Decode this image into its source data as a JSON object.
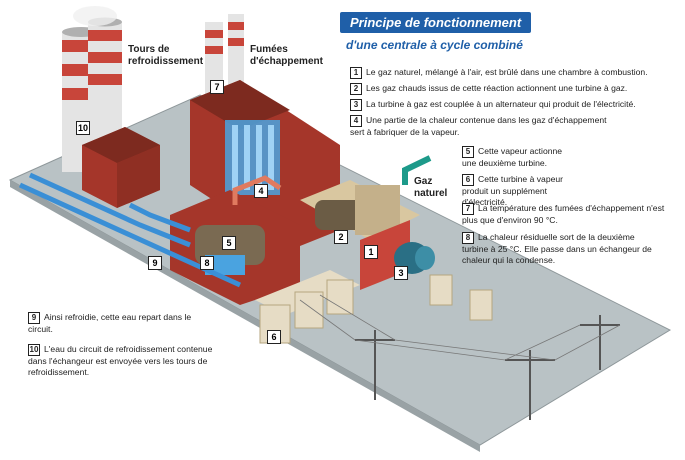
{
  "title": "Principe de fonctionnement",
  "subtitle": "d'une centrale à cycle combiné",
  "labels": {
    "cooling_towers": "Tours de refroidissement",
    "exhaust": "Fumées d'échappement",
    "gas": "Gaz naturel"
  },
  "steps": [
    {
      "n": "1",
      "text": "Le gaz naturel, mélangé à l'air, est brûlé dans une chambre à combustion."
    },
    {
      "n": "2",
      "text": "Les gaz chauds issus de cette réaction actionnent une turbine à gaz."
    },
    {
      "n": "3",
      "text": "La turbine à gaz est couplée à un alternateur qui produit de l'électricité."
    },
    {
      "n": "4",
      "text": "Une partie de la chaleur contenue dans les gaz d'échappement sert à fabriquer de la vapeur."
    },
    {
      "n": "5",
      "text": "Cette vapeur actionne une deuxième turbine."
    },
    {
      "n": "6",
      "text": "Cette turbine à vapeur produit un supplément d'électricité."
    },
    {
      "n": "7",
      "text": "La température des fumées d'échappement n'est plus que d'environ 90 °C."
    },
    {
      "n": "8",
      "text": "La chaleur résiduelle sort de la deuxième turbine à 25 °C. Elle passe dans un échangeur de chaleur qui la condense."
    },
    {
      "n": "9",
      "text": "Ainsi refroidie, cette eau repart dans le circuit."
    },
    {
      "n": "10",
      "text": "L'eau du circuit de refroidissement contenue dans l'échangeur est envoyée vers les tours de refroidissement."
    }
  ],
  "colors": {
    "accent": "#1f5fa8",
    "ground": "#b9c2c5",
    "building": "#8f2a1f",
    "pipe": "#3a8fd6"
  }
}
